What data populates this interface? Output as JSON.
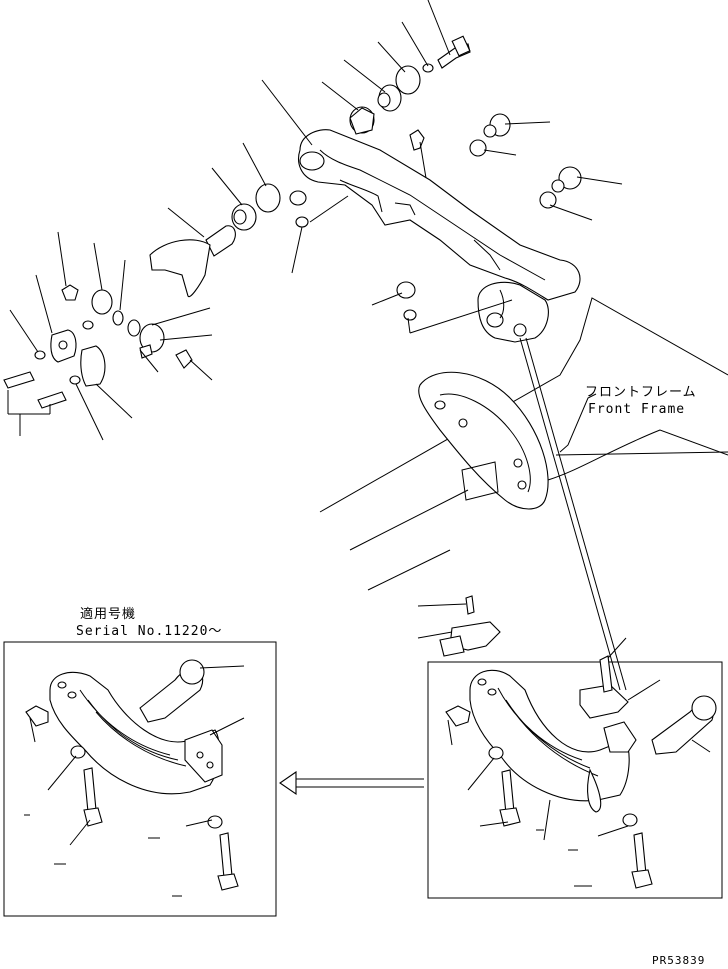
{
  "labels": {
    "front_frame_jp": "フロントフレーム",
    "front_frame_en": "Front Frame",
    "applicable_jp": "適用号機",
    "serial_no": "Serial No.11220～",
    "drawing_no": "PR53839"
  },
  "icons": {
    "arrow": "left-arrow"
  }
}
